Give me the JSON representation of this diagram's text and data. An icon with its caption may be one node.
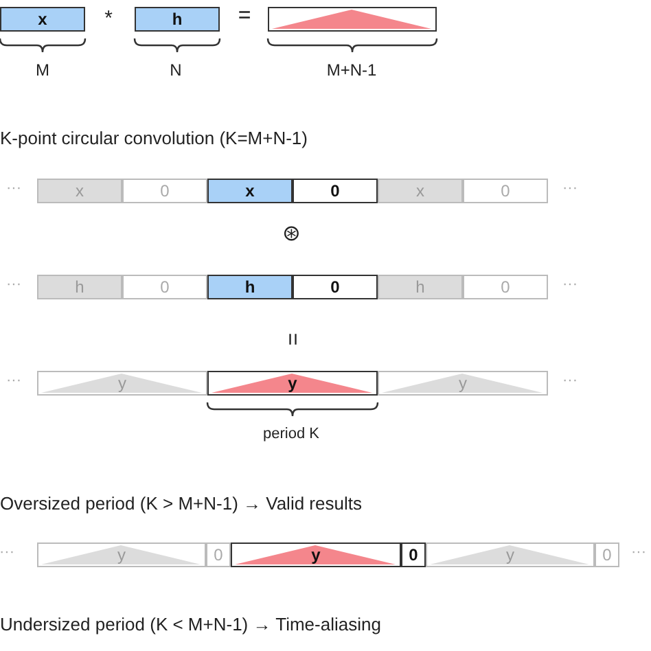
{
  "diagram": {
    "nodes": [
      {
        "text": [
          "x"
        ]
      },
      {
        "text": [
          "h"
        ]
      },
      {
        "text": [],
        "shape": "box"
      },
      {
        "text": [
          "x"
        ]
      },
      {
        "text": [
          "0"
        ]
      },
      {
        "text": [
          "x"
        ]
      },
      {
        "text": [
          "0"
        ]
      },
      {
        "text": [
          "x"
        ]
      },
      {
        "text": [
          "0"
        ]
      },
      {
        "text": [
          "h"
        ]
      },
      {
        "text": [
          "0"
        ]
      },
      {
        "text": [
          "h"
        ]
      },
      {
        "text": [
          "0"
        ]
      },
      {
        "text": [
          "h"
        ]
      },
      {
        "text": [
          "0"
        ]
      },
      {
        "text": [
          "y"
        ]
      },
      {
        "text": [
          "y"
        ]
      },
      {
        "text": [
          "y"
        ]
      },
      {
        "text": [
          "y"
        ]
      },
      {
        "text": [
          "0"
        ]
      },
      {
        "text": [
          "y"
        ]
      },
      {
        "text": [
          "0"
        ]
      },
      {
        "text": [
          "y"
        ]
      },
      {
        "text": [
          "0"
        ]
      }
    ],
    "edges": [],
    "labels": [
      "*",
      "=",
      "M",
      "N",
      "M+N-1",
      "K-point circular convolution (K=M+N-1)",
      "···",
      "···",
      "⊛",
      "···",
      "···",
      "=",
      "···",
      "···",
      "period K",
      "Oversized period (K > M+N-1) → Valid results",
      "···",
      "···",
      "Undersized period (K < M+N-1) → Time-aliasing"
    ]
  }
}
